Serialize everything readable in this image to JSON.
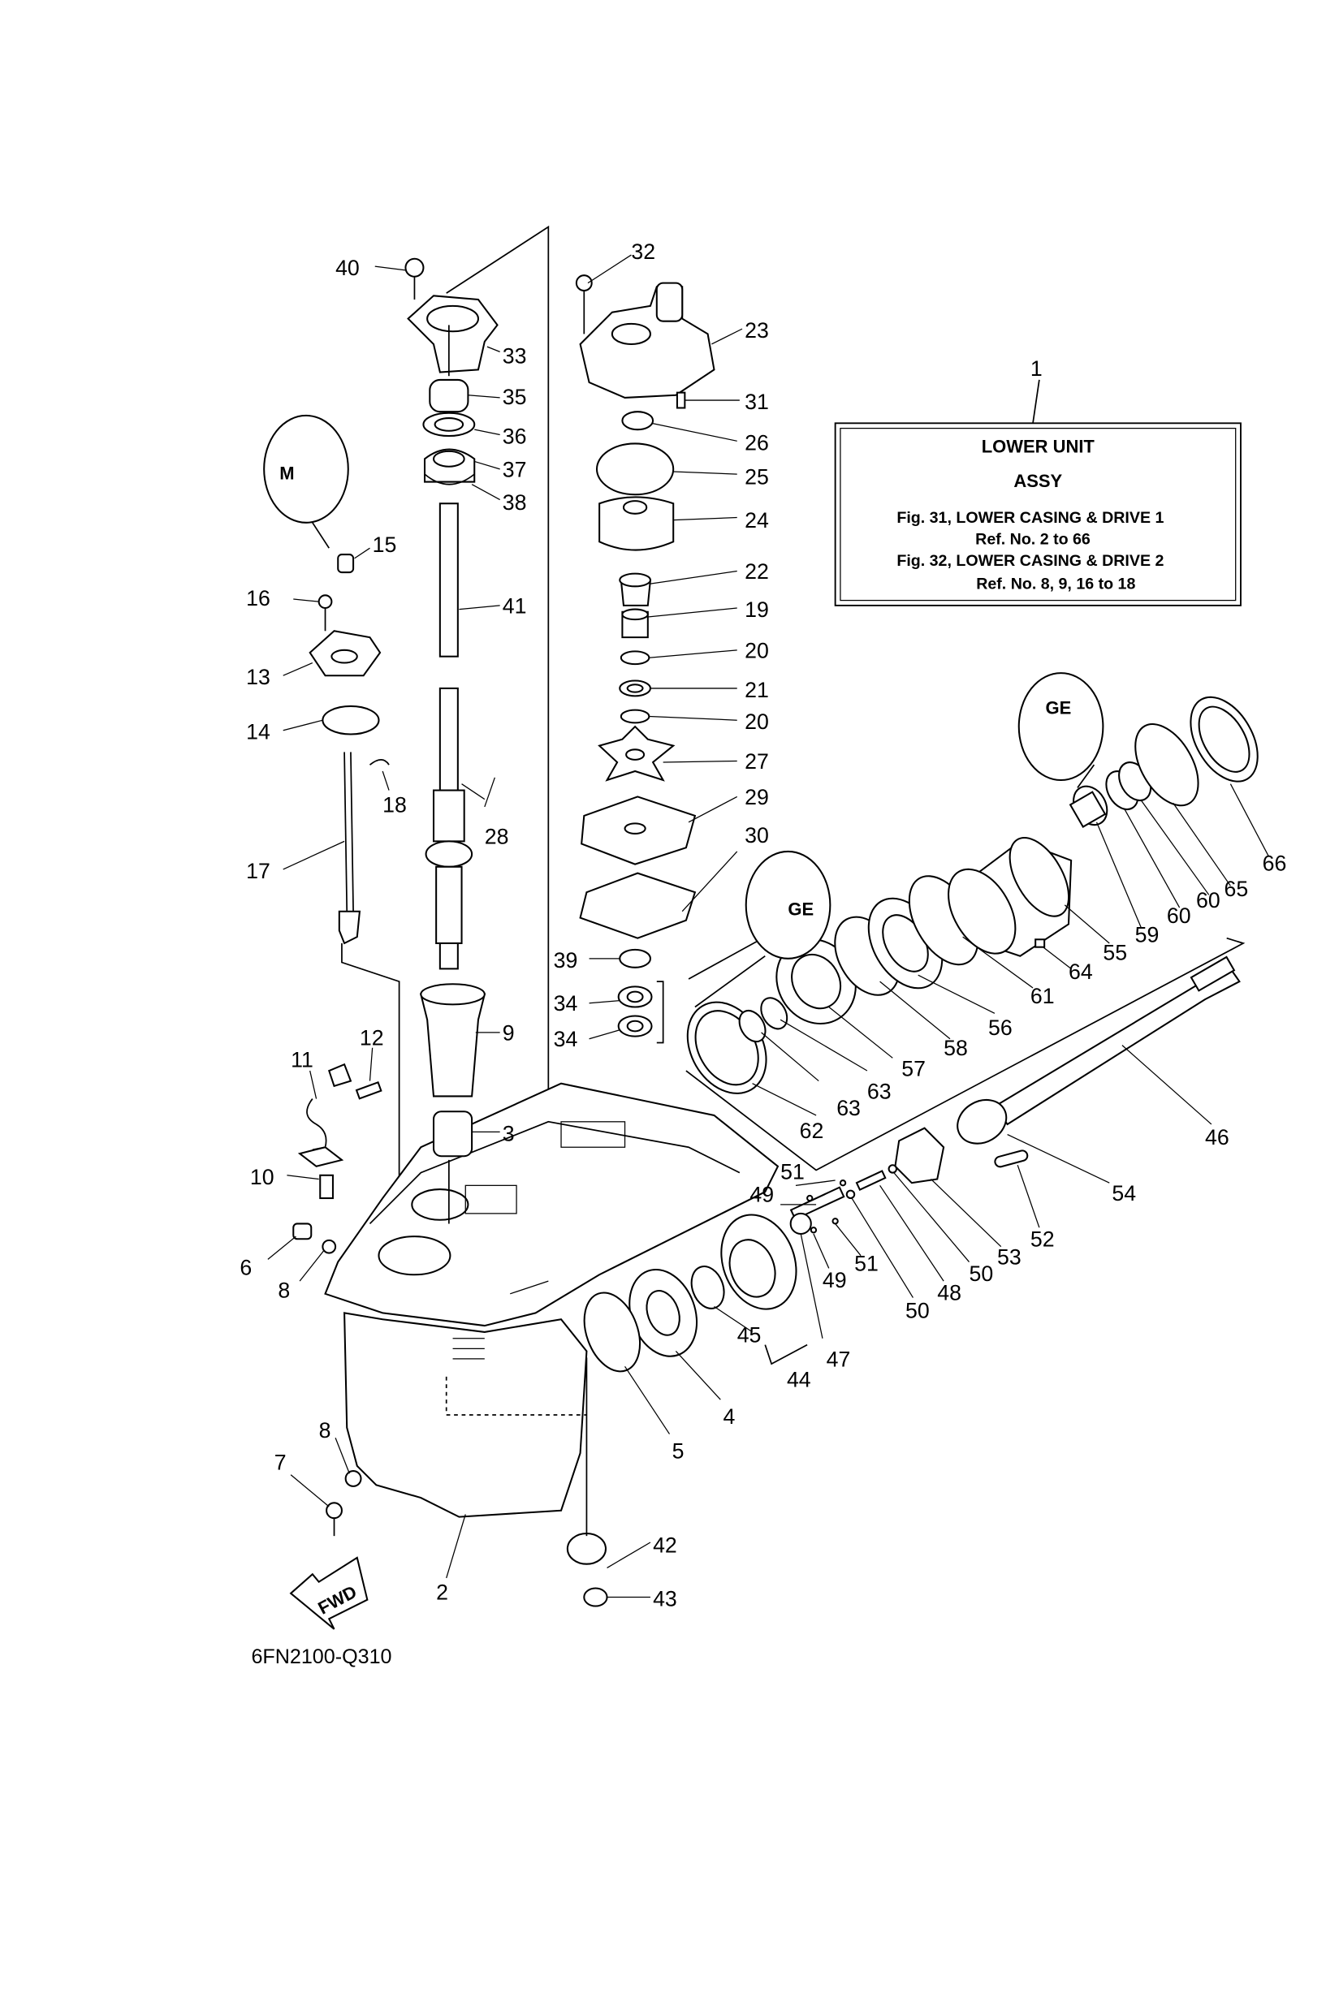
{
  "figure": {
    "code": "6FN2100-Q310",
    "fwd_label": "FWD"
  },
  "assembly_box": {
    "ref": "1",
    "title": "LOWER UNIT",
    "subtitle": "ASSY",
    "lines": [
      "Fig. 31, LOWER CASING & DRIVE 1",
      "Ref. No. 2 to 66",
      "Fig. 32, LOWER CASING & DRIVE 2",
      "Ref. No. 8, 9, 16 to 18"
    ]
  },
  "callouts": {
    "c2": "2",
    "c3": "3",
    "c4": "4",
    "c5": "5",
    "c6": "6",
    "c7": "7",
    "c8a": "8",
    "c8b": "8",
    "c9": "9",
    "c10": "10",
    "c11": "11",
    "c12": "12",
    "c13": "13",
    "c14": "14",
    "c15": "15",
    "c16": "16",
    "c17": "17",
    "c18": "18",
    "c19": "19",
    "c20a": "20",
    "c20b": "20",
    "c21": "21",
    "c22": "22",
    "c23": "23",
    "c24": "24",
    "c25": "25",
    "c26": "26",
    "c27": "27",
    "c28": "28",
    "c29": "29",
    "c30": "30",
    "c31": "31",
    "c32": "32",
    "c33": "33",
    "c34a": "34",
    "c34b": "34",
    "c35": "35",
    "c36": "36",
    "c37": "37",
    "c38": "38",
    "c39": "39",
    "c40": "40",
    "c41": "41",
    "c42": "42",
    "c43": "43",
    "c44": "44",
    "c45": "45",
    "c46": "46",
    "c47": "47",
    "c48": "48",
    "c49a": "49",
    "c49b": "49",
    "c50a": "50",
    "c50b": "50",
    "c51a": "51",
    "c51b": "51",
    "c52": "52",
    "c53": "53",
    "c54": "54",
    "c55": "55",
    "c56": "56",
    "c57": "57",
    "c58": "58",
    "c59": "59",
    "c60a": "60",
    "c60b": "60",
    "c61": "61",
    "c62": "62",
    "c63a": "63",
    "c63b": "63",
    "c64": "64",
    "c65": "65",
    "c66": "66"
  },
  "lube_symbols": {
    "grease_a": "M",
    "grease_b": "GE",
    "grease_c": "GE"
  }
}
